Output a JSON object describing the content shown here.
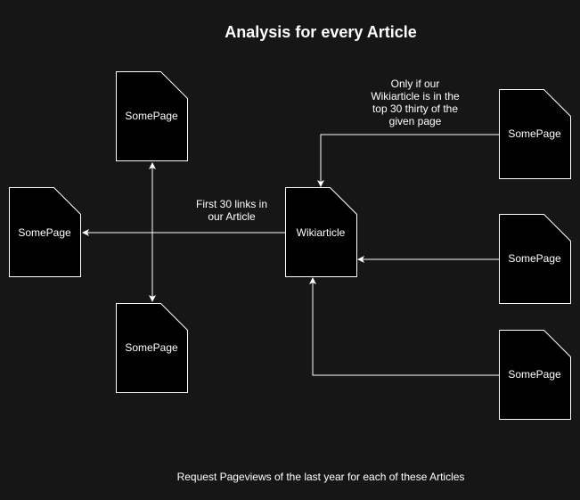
{
  "diagram": {
    "title": "Analysis for every Article",
    "footer": "Request Pageviews of the last year for each of these Articles",
    "nodes": {
      "center": {
        "label": "Wikiarticle"
      },
      "top": {
        "label": "SomePage"
      },
      "bottom": {
        "label": "SomePage"
      },
      "left": {
        "label": "SomePage"
      },
      "right_top": {
        "label": "SomePage"
      },
      "right_middle": {
        "label": "SomePage"
      },
      "right_bottom": {
        "label": "SomePage"
      }
    },
    "edges": {
      "outgoing_label_line1": "First 30 links in",
      "outgoing_label_line2": "our Article",
      "incoming_top_label_line1": "Only if our",
      "incoming_top_label_line2": "Wikiarticle is in the",
      "incoming_top_label_line3": "top 30 thirty of the",
      "incoming_top_label_line4": "given page"
    }
  },
  "colors": {
    "background": "#161616",
    "node_fill": "#000000",
    "stroke": "#ffffff",
    "text": "#ffffff"
  }
}
